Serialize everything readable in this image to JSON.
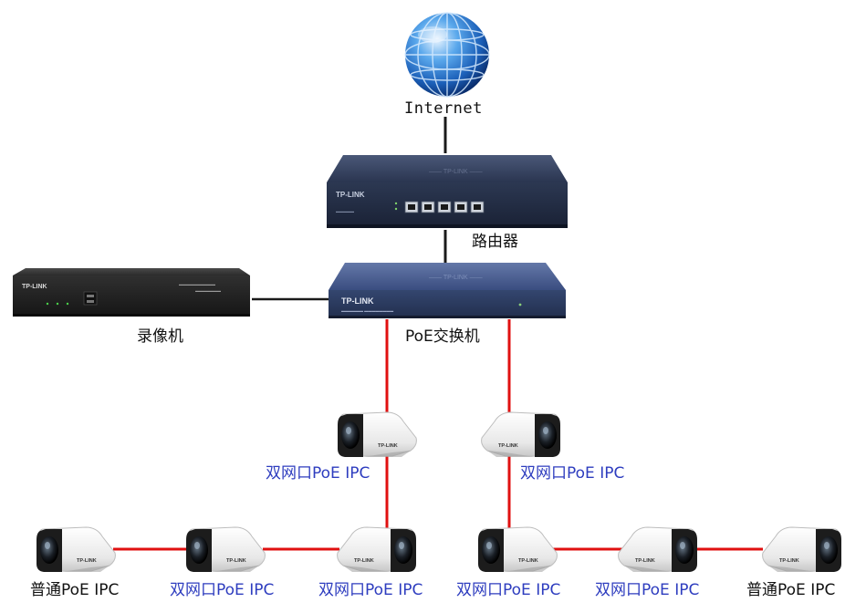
{
  "colors": {
    "black_link": "#1a1a1a",
    "red_link": "#e01010",
    "label_blue": "#2e3dbf",
    "router_body": "#2a3550",
    "switch_body": "#3a4d80",
    "nvr_body": "#2b2b2b"
  },
  "labels": {
    "internet": "Internet",
    "router": "路由器",
    "poe_switch": "PoE交换机",
    "nvr": "录像机"
  },
  "brand": "TP-LINK",
  "cameras": {
    "cam_mid_left": "双网口PoE IPC",
    "cam_mid_right": "双网口PoE IPC",
    "cam_bottom_1": "普通PoE IPC",
    "cam_bottom_2": "双网口PoE IPC",
    "cam_bottom_3": "双网口PoE IPC",
    "cam_bottom_4": "双网口PoE IPC",
    "cam_bottom_5": "双网口PoE IPC",
    "cam_bottom_6": "普通PoE IPC"
  }
}
